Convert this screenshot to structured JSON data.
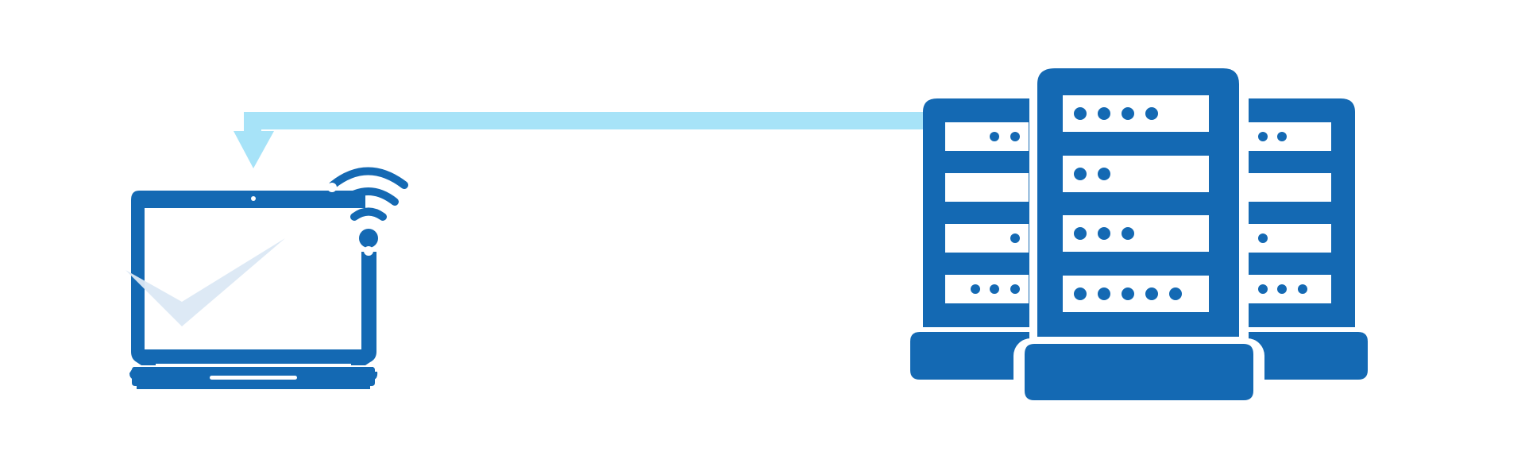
{
  "diagram": {
    "colors": {
      "primary": "#1469b3",
      "arrow": "#a7e3f8",
      "check": "#dbe8f4",
      "background": "#ffffff"
    },
    "nodes": [
      {
        "id": "laptop",
        "icon": "laptop-wifi-icon",
        "overlay": "checkmark-icon"
      },
      {
        "id": "server-rack",
        "icon": "server-rack-icon",
        "units": 3
      }
    ],
    "edges": [
      {
        "from": "server-rack",
        "to": "laptop",
        "style": "arrow",
        "direction": "server-to-laptop"
      }
    ]
  }
}
